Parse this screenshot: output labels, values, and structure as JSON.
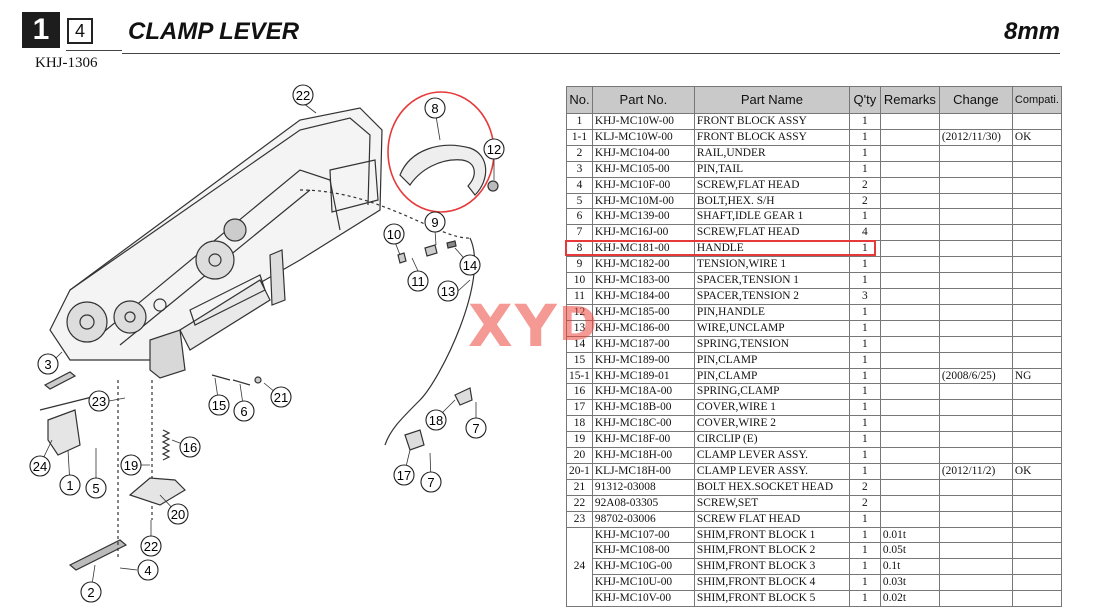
{
  "header": {
    "page_number": "1",
    "page_sub": "4",
    "doc_code": "KHJ-1306",
    "title": "CLAMP LEVER",
    "size": "8mm"
  },
  "watermark": {
    "text_main": "XY",
    "text_tail": "D"
  },
  "table": {
    "columns": [
      "No.",
      "Part No.",
      "Part Name",
      "Q'ty",
      "Remarks",
      "Change",
      "Compati."
    ],
    "rows": [
      {
        "no": "1",
        "part": "KHJ-MC10W-00",
        "name": "FRONT BLOCK ASSY",
        "qty": "1",
        "remarks": "",
        "change": "",
        "compat": ""
      },
      {
        "no": "1-1",
        "part": "KLJ-MC10W-00",
        "name": "FRONT BLOCK ASSY",
        "qty": "1",
        "remarks": "",
        "change": "(2012/11/30)",
        "compat": "OK"
      },
      {
        "no": "2",
        "part": "KHJ-MC104-00",
        "name": "RAIL,UNDER",
        "qty": "1",
        "remarks": "",
        "change": "",
        "compat": ""
      },
      {
        "no": "3",
        "part": "KHJ-MC105-00",
        "name": "PIN,TAIL",
        "qty": "1",
        "remarks": "",
        "change": "",
        "compat": ""
      },
      {
        "no": "4",
        "part": "KHJ-MC10F-00",
        "name": "SCREW,FLAT HEAD",
        "qty": "2",
        "remarks": "",
        "change": "",
        "compat": ""
      },
      {
        "no": "5",
        "part": "KHJ-MC10M-00",
        "name": "BOLT,HEX. S/H",
        "qty": "2",
        "remarks": "",
        "change": "",
        "compat": ""
      },
      {
        "no": "6",
        "part": "KHJ-MC139-00",
        "name": "SHAFT,IDLE GEAR 1",
        "qty": "1",
        "remarks": "",
        "change": "",
        "compat": ""
      },
      {
        "no": "7",
        "part": "KHJ-MC16J-00",
        "name": "SCREW,FLAT HEAD",
        "qty": "4",
        "remarks": "",
        "change": "",
        "compat": ""
      },
      {
        "no": "8",
        "part": "KHJ-MC181-00",
        "name": "HANDLE",
        "qty": "1",
        "remarks": "",
        "change": "",
        "compat": ""
      },
      {
        "no": "9",
        "part": "KHJ-MC182-00",
        "name": "TENSION,WIRE 1",
        "qty": "1",
        "remarks": "",
        "change": "",
        "compat": ""
      },
      {
        "no": "10",
        "part": "KHJ-MC183-00",
        "name": "SPACER,TENSION 1",
        "qty": "1",
        "remarks": "",
        "change": "",
        "compat": ""
      },
      {
        "no": "11",
        "part": "KHJ-MC184-00",
        "name": "SPACER,TENSION 2",
        "qty": "3",
        "remarks": "",
        "change": "",
        "compat": ""
      },
      {
        "no": "12",
        "part": "KHJ-MC185-00",
        "name": "PIN,HANDLE",
        "qty": "1",
        "remarks": "",
        "change": "",
        "compat": ""
      },
      {
        "no": "13",
        "part": "KHJ-MC186-00",
        "name": "WIRE,UNCLAMP",
        "qty": "1",
        "remarks": "",
        "change": "",
        "compat": ""
      },
      {
        "no": "14",
        "part": "KHJ-MC187-00",
        "name": "SPRING,TENSION",
        "qty": "1",
        "remarks": "",
        "change": "",
        "compat": ""
      },
      {
        "no": "15",
        "part": "KHJ-MC189-00",
        "name": "PIN,CLAMP",
        "qty": "1",
        "remarks": "",
        "change": "",
        "compat": ""
      },
      {
        "no": "15-1",
        "part": "KHJ-MC189-01",
        "name": "PIN,CLAMP",
        "qty": "1",
        "remarks": "",
        "change": "(2008/6/25)",
        "compat": "NG"
      },
      {
        "no": "16",
        "part": "KHJ-MC18A-00",
        "name": "SPRING,CLAMP",
        "qty": "1",
        "remarks": "",
        "change": "",
        "compat": ""
      },
      {
        "no": "17",
        "part": "KHJ-MC18B-00",
        "name": "COVER,WIRE 1",
        "qty": "1",
        "remarks": "",
        "change": "",
        "compat": ""
      },
      {
        "no": "18",
        "part": "KHJ-MC18C-00",
        "name": "COVER,WIRE 2",
        "qty": "1",
        "remarks": "",
        "change": "",
        "compat": ""
      },
      {
        "no": "19",
        "part": "KHJ-MC18F-00",
        "name": "CIRCLIP (E)",
        "qty": "1",
        "remarks": "",
        "change": "",
        "compat": ""
      },
      {
        "no": "20",
        "part": "KHJ-MC18H-00",
        "name": "CLAMP LEVER ASSY.",
        "qty": "1",
        "remarks": "",
        "change": "",
        "compat": ""
      },
      {
        "no": "20-1",
        "part": "KLJ-MC18H-00",
        "name": "CLAMP LEVER ASSY.",
        "qty": "1",
        "remarks": "",
        "change": "(2012/11/2)",
        "compat": "OK"
      },
      {
        "no": "21",
        "part": "91312-03008",
        "name": "BOLT HEX.SOCKET HEAD",
        "qty": "2",
        "remarks": "",
        "change": "",
        "compat": ""
      },
      {
        "no": "22",
        "part": "92A08-03305",
        "name": "SCREW,SET",
        "qty": "2",
        "remarks": "",
        "change": "",
        "compat": ""
      },
      {
        "no": "23",
        "part": "98702-03006",
        "name": "SCREW FLAT HEAD",
        "qty": "1",
        "remarks": "",
        "change": "",
        "compat": ""
      }
    ],
    "group24": {
      "no": "24",
      "rows": [
        {
          "part": "KHJ-MC107-00",
          "name": "SHIM,FRONT BLOCK 1",
          "qty": "1",
          "remarks": "0.01t",
          "change": "",
          "compat": ""
        },
        {
          "part": "KHJ-MC108-00",
          "name": "SHIM,FRONT BLOCK 2",
          "qty": "1",
          "remarks": "0.05t",
          "change": "",
          "compat": ""
        },
        {
          "part": "KHJ-MC10G-00",
          "name": "SHIM,FRONT BLOCK 3",
          "qty": "1",
          "remarks": "0.1t",
          "change": "",
          "compat": ""
        },
        {
          "part": "KHJ-MC10U-00",
          "name": "SHIM,FRONT BLOCK 4",
          "qty": "1",
          "remarks": "0.03t",
          "change": "",
          "compat": ""
        },
        {
          "part": "KHJ-MC10V-00",
          "name": "SHIM,FRONT BLOCK 5",
          "qty": "1",
          "remarks": "0.02t",
          "change": "",
          "compat": ""
        }
      ]
    }
  },
  "callouts": [
    "22",
    "8",
    "12",
    "9",
    "10",
    "11",
    "14",
    "13",
    "3",
    "23",
    "24",
    "1",
    "5",
    "15",
    "6",
    "21",
    "16",
    "19",
    "20",
    "22",
    "4",
    "2",
    "18",
    "7",
    "17",
    "7"
  ],
  "colors": {
    "highlight": "#e63a3a",
    "header_bg": "#c9c9c9"
  }
}
